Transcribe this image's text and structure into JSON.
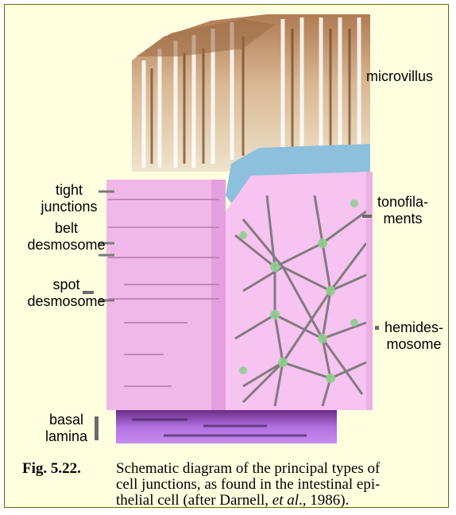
{
  "labels": {
    "microvillus": "microvillus",
    "tight_junctions": "tight\njunctions",
    "belt_desmosome": "belt\ndesmosome",
    "spot_desmosome": "spot\ndesmosome",
    "basal_lamina": "basal\nlamina",
    "tonofilaments": "tonofila-\nments",
    "hemidesmosome": "hemides-\nmosome"
  },
  "caption": {
    "figure_number": "Fig.  5.22.",
    "line1": "Schematic diagram of the principal types of",
    "line2": "cell junctions, as found in the intestinal epi-",
    "line3_pre": "thelial cell (after Darnell, ",
    "line3_italic": "et al",
    "line3_post": "., 1986)."
  },
  "colors": {
    "background": "#ffffe0",
    "border": "#6b6b00",
    "microvilli": "#c4a07a",
    "cell_left": "#f0b8e8",
    "cell_right": "#f7c3f0",
    "apical_blue": "#8cc0dc",
    "basal_lamina": "#a25ad0",
    "filament_green": "#8fd08f"
  }
}
